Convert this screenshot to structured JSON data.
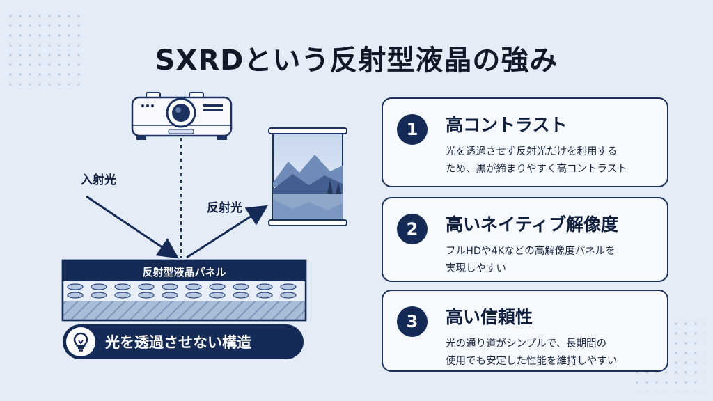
{
  "title": "SXRDという反射型液晶の強み",
  "diagram": {
    "incident_label": "入射光",
    "reflected_label": "反射光",
    "panel_label": "反射型液晶パネル",
    "note": "光を透過させない構造"
  },
  "cards": [
    {
      "number": "1",
      "title": "高コントラスト",
      "desc_line1": "光を透過させず反射光だけを利用する",
      "desc_line2": "ため、黒が締まりやすく高コントラスト"
    },
    {
      "number": "2",
      "title": "高いネイティブ解像度",
      "desc_line1": "フルHDや4Kなどの高解像度パネルを",
      "desc_line2": "実現しやすい"
    },
    {
      "number": "3",
      "title": "高い信頼性",
      "desc_line1": "光の通り道がシンプルで、長期間の",
      "desc_line2": "使用でも安定した性能を維持しやすい"
    }
  ],
  "colors": {
    "navy": "#152a55",
    "background": "#e3ecf7",
    "card_bg": "#f6f9fd"
  }
}
